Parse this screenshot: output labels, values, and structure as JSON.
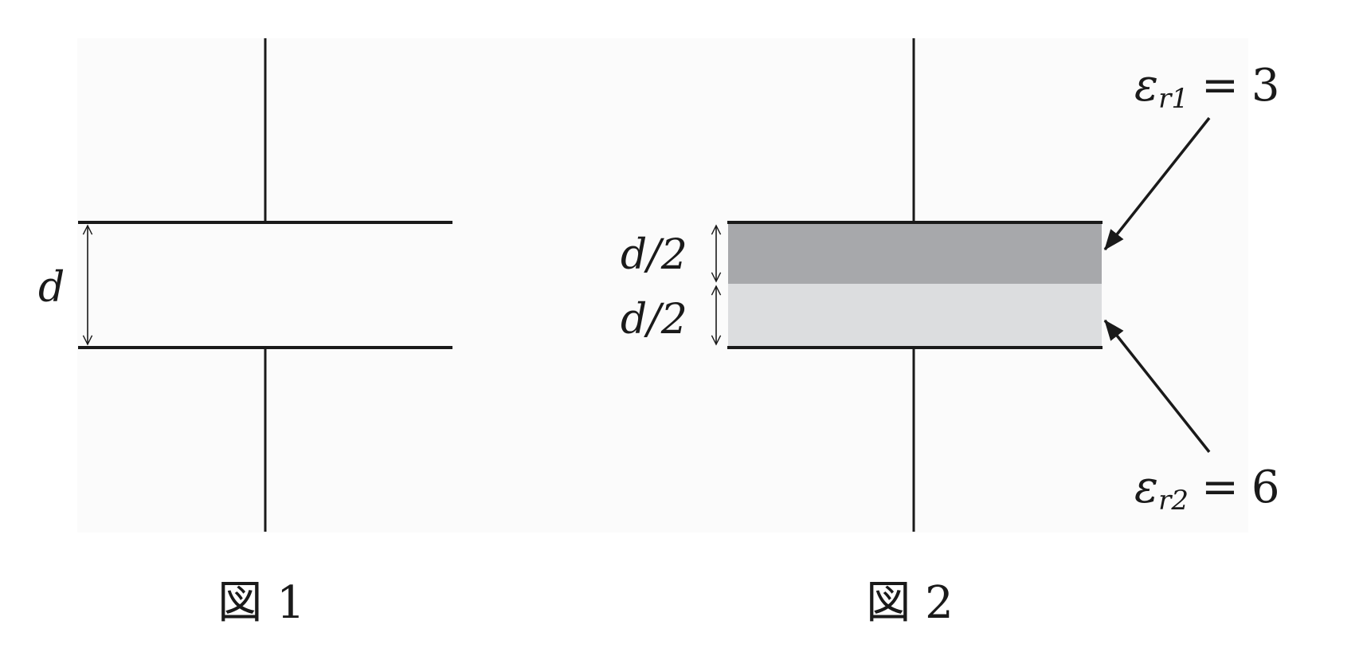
{
  "figure1": {
    "caption": "図 1",
    "gap_label": "d"
  },
  "figure2": {
    "caption": "図 2",
    "upper_gap_label": "d/2",
    "lower_gap_label": "d/2",
    "upper_dielectric": {
      "symbol": "ε",
      "subscript": "r1",
      "equals": "=",
      "value": "3",
      "color": "#a7a8ab"
    },
    "lower_dielectric": {
      "symbol": "ε",
      "subscript": "r2",
      "equals": "=",
      "value": "6",
      "color": "#dcdddf"
    }
  }
}
